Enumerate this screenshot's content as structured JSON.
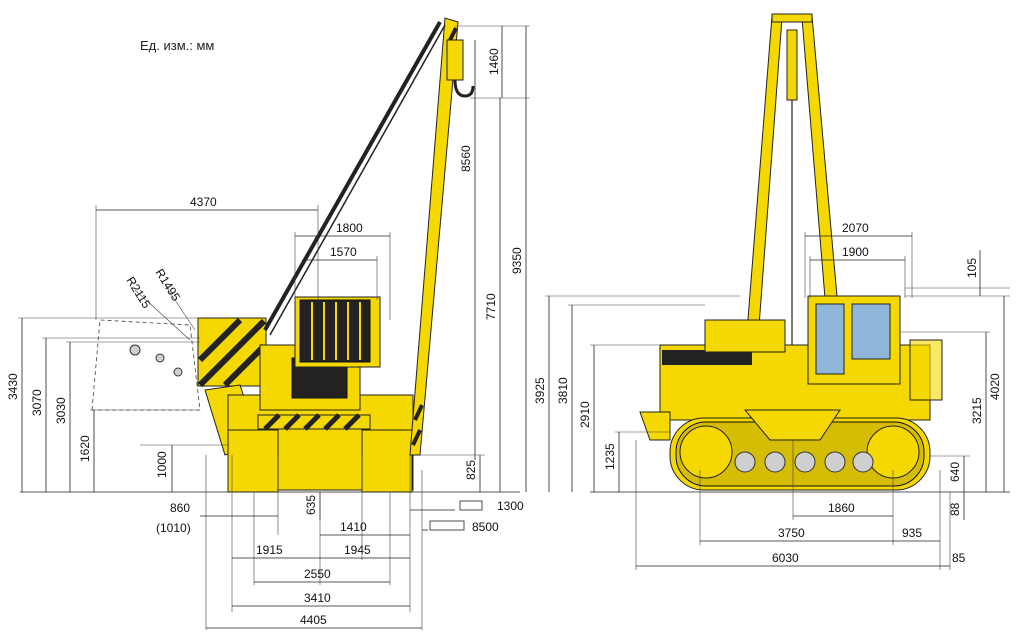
{
  "unit_note": "Ед. изм.: мм",
  "colors": {
    "machine": "#f5d800",
    "outline": "#222222",
    "glass": "#8fb6d8"
  },
  "left_view": {
    "top_dims": {
      "reach": "4370",
      "cab_width": "1800",
      "cab_inner": "1570"
    },
    "radius_labels": {
      "r1": "R1495",
      "r2": "R2115"
    },
    "left_heights": {
      "h3430": "3430",
      "h3070": "3070",
      "h3030": "3030",
      "h1620": "1620",
      "h1000": "1000"
    },
    "boom_heights": {
      "h1460": "1460",
      "h8560": "8560",
      "h9350": "9350",
      "h7710": "7710",
      "h825": "825",
      "h635": "635"
    },
    "bottom_dims": {
      "d860": "860",
      "d1010": "(1010)",
      "d1410": "1410",
      "d1915": "1915",
      "d1945": "1945",
      "d2550": "2550",
      "d3410": "3410",
      "d4405": "4405"
    },
    "side_notes": {
      "n1300": "1300",
      "n8500": "8500"
    }
  },
  "right_view": {
    "top_dims": {
      "d2070": "2070",
      "d1900": "1900",
      "d105": "105"
    },
    "left_heights": {
      "h3925": "3925",
      "h3810": "3810",
      "h2910": "2910",
      "h1235": "1235"
    },
    "right_heights": {
      "h4020": "4020",
      "h3215": "3215",
      "h640": "640",
      "h88": "88"
    },
    "bottom_dims": {
      "d1860": "1860",
      "d3750": "3750",
      "d935": "935",
      "d6030": "6030",
      "d85": "85"
    }
  }
}
